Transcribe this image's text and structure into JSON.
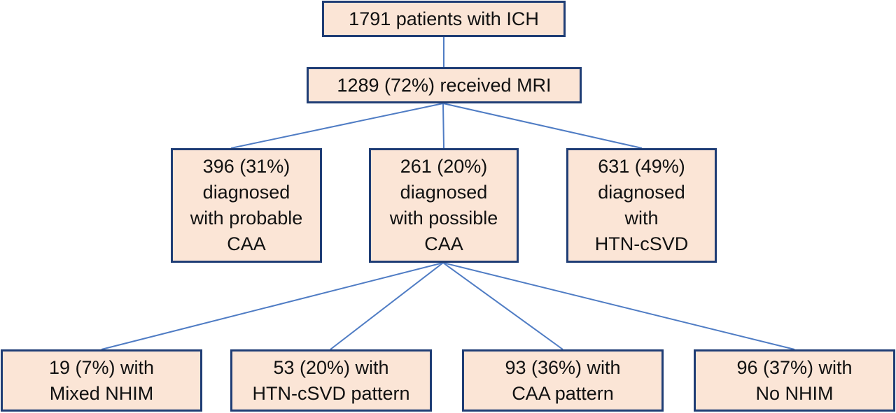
{
  "colors": {
    "box_fill": "#fbe5d6",
    "box_border": "#1f3d75",
    "connector": "#4f7cc4",
    "text": "#111111"
  },
  "flowchart": {
    "root": "1791 patients with ICH",
    "mri": "1289 (72%) received MRI",
    "probable_caa": "396 (31%)\ndiagnosed\nwith probable\nCAA",
    "possible_caa": "261 (20%)\ndiagnosed\nwith possible\nCAA",
    "htn_csvd": "631 (49%)\ndiagnosed\nwith\nHTN-cSVD",
    "mixed_nhim": "19 (7%) with\nMixed NHIM",
    "htn_csvd_pattern": "53 (20%) with\nHTN-cSVD pattern",
    "caa_pattern": "93 (36%) with\nCAA pattern",
    "no_nhim": "96 (37%) with\nNo NHIM"
  }
}
